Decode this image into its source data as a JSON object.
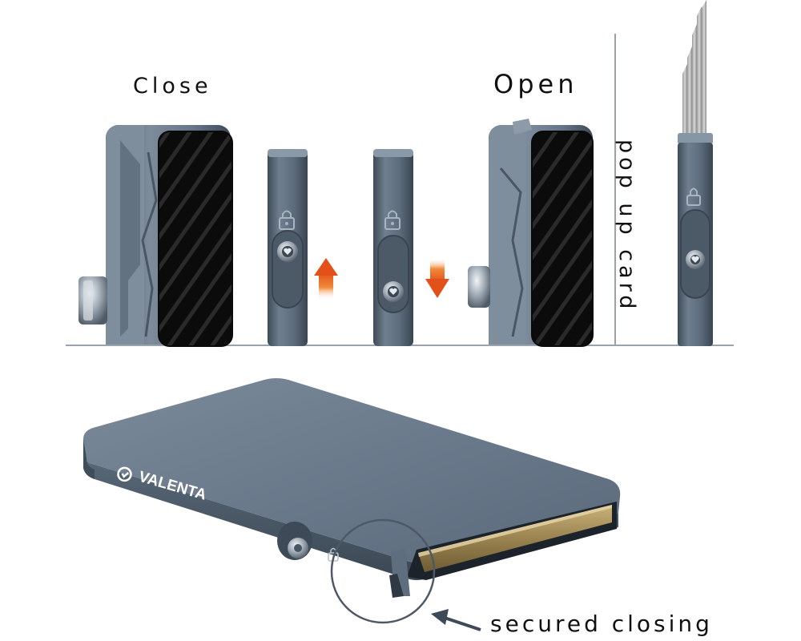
{
  "labels": {
    "close": "Close",
    "open": "Open",
    "pop_up_card": "pop up card",
    "secured_closing": "secured closing",
    "brand": "VALENTA"
  },
  "colors": {
    "metal": "#5b6b7b",
    "metal_light": "#8e9caa",
    "metal_dark": "#3c4855",
    "arrow": "#e8561a",
    "card_black": "#0c0c0c",
    "cards_gold": "#a8915c",
    "divider": "#9aa3ab"
  },
  "icons": [
    "lock-icon",
    "heart-button-icon",
    "arrow-up-icon",
    "arrow-down-icon",
    "valenta-logo-icon"
  ]
}
